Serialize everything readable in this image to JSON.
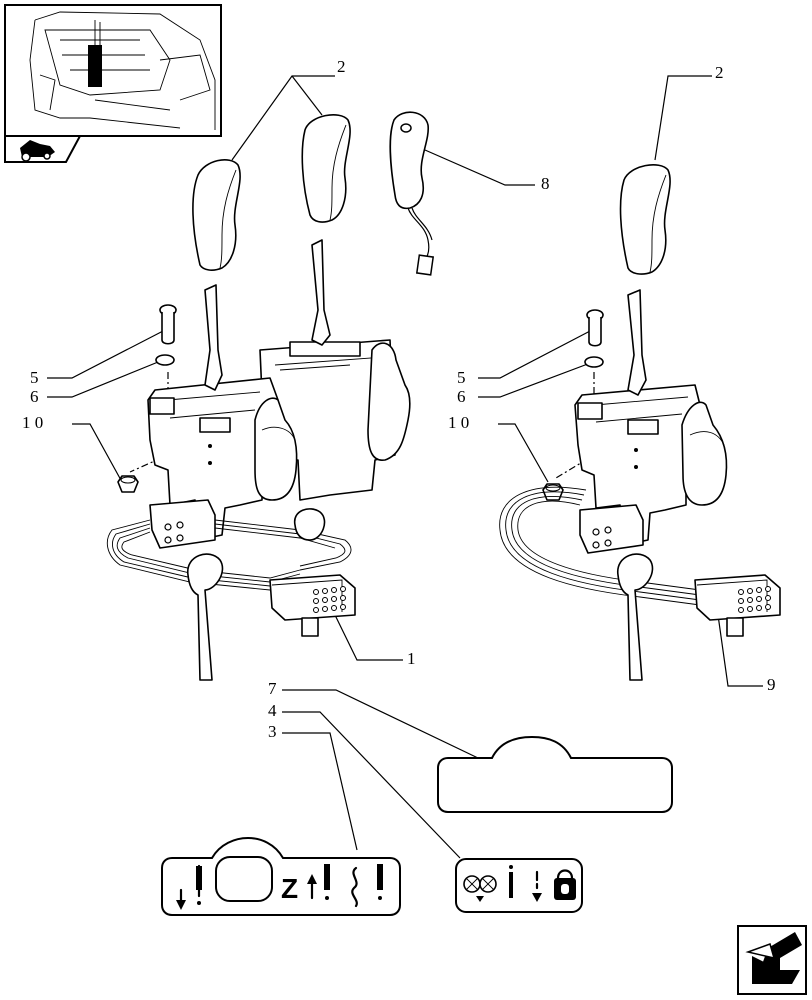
{
  "callouts": {
    "c1": "1",
    "c2a": "2",
    "c2b": "2",
    "c3": "3",
    "c4": "4",
    "c5a": "5",
    "c5b": "5",
    "c6a": "6",
    "c6b": "6",
    "c7": "7",
    "c8": "8",
    "c9": "9",
    "c10a": "1 0",
    "c10b": "1 0"
  },
  "decal_3": {
    "letter": "Z"
  },
  "icons": {
    "thumbnail": "cab-location-thumbnail-icon",
    "section": "tractor-section-icon",
    "nav": "next-page-arrow-icon"
  }
}
